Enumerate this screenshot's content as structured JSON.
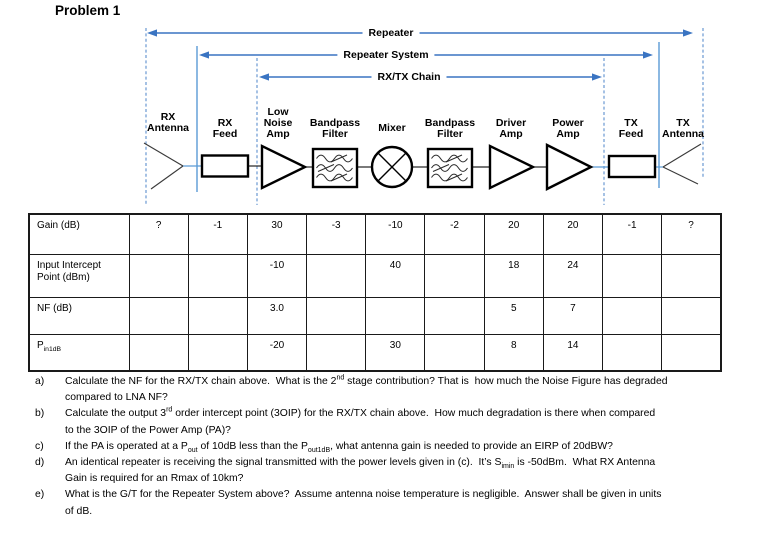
{
  "page": {
    "title": "Problem 1"
  },
  "diagram": {
    "spans": [
      {
        "label": "Repeater"
      },
      {
        "label": "Repeater System"
      },
      {
        "label": "RX/TX Chain"
      }
    ],
    "blocks": [
      {
        "id": "rx-antenna",
        "label": "RX\nAntenna"
      },
      {
        "id": "rx-feed",
        "label": "RX\nFeed"
      },
      {
        "id": "low-noise-amp",
        "label": "Low\nNoise\nAmp"
      },
      {
        "id": "bandpass-filter-1",
        "label": "Bandpass\nFilter"
      },
      {
        "id": "mixer",
        "label": "Mixer"
      },
      {
        "id": "bandpass-filter-2",
        "label": "Bandpass\nFilter"
      },
      {
        "id": "driver-amp",
        "label": "Driver\nAmp"
      },
      {
        "id": "power-amp",
        "label": "Power\nAmp"
      },
      {
        "id": "tx-feed",
        "label": "TX\nFeed"
      },
      {
        "id": "tx-antenna",
        "label": "TX\nAntenna"
      }
    ],
    "colors": {
      "arrow": "#3A74C2",
      "solid_boundary": "#5B9BD5",
      "dashed_boundary": "#7FA7D9",
      "symbol_outline": "#000000"
    }
  },
  "table": {
    "rows": [
      {
        "label": [
          {
            "t": "Gain (dB)"
          }
        ],
        "values": [
          "?",
          "-1",
          "30",
          "-3",
          "-10",
          "-2",
          "20",
          "20",
          "-1",
          "?"
        ]
      },
      {
        "label": [
          {
            "t": "Input Intercept Point (dBm)"
          }
        ],
        "values": [
          "",
          "",
          "-10",
          "",
          "40",
          "",
          "18",
          "24",
          "",
          ""
        ]
      },
      {
        "label": [
          {
            "t": "NF (dB)"
          }
        ],
        "values": [
          "",
          "",
          "3.0",
          "",
          "",
          "",
          "5",
          "7",
          "",
          ""
        ]
      },
      {
        "label": [
          {
            "t": "P"
          },
          {
            "t": "in1dB",
            "s": "sub"
          }
        ],
        "values": [
          "",
          "",
          "-20",
          "",
          "30",
          "",
          "8",
          "14",
          "",
          ""
        ]
      }
    ]
  },
  "questions": [
    {
      "label": "a)",
      "lines": [
        [
          {
            "t": "Calculate the NF for the RX/TX chain above.  What is the 2"
          },
          {
            "t": "nd",
            "s": "sup"
          },
          {
            "t": " stage contribution? That is  how much the Noise Figure has degraded"
          }
        ],
        [
          {
            "t": "compared to LNA NF?"
          }
        ]
      ]
    },
    {
      "label": "b)",
      "lines": [
        [
          {
            "t": "Calculate the output 3"
          },
          {
            "t": "rd",
            "s": "sup"
          },
          {
            "t": " order intercept point (3OIP) for the RX/TX chain above.  How much degradation is there when compared"
          }
        ],
        [
          {
            "t": "to the 3OIP of the Power Amp (PA)?"
          }
        ]
      ]
    },
    {
      "label": "c)",
      "lines": [
        [
          {
            "t": "If the PA is operated at a P"
          },
          {
            "t": "out",
            "s": "sub"
          },
          {
            "t": " of 10dB less than the P"
          },
          {
            "t": "out1dB",
            "s": "sub"
          },
          {
            "t": ", what antenna gain is needed to provide an EIRP of 20dBW?"
          }
        ]
      ]
    },
    {
      "label": "d)",
      "lines": [
        [
          {
            "t": "An identical repeater is receiving the signal transmitted with the power levels given in (c).  It’s S"
          },
          {
            "t": "imin",
            "s": "sub"
          },
          {
            "t": " is -50dBm.  What RX Antenna"
          }
        ],
        [
          {
            "t": "Gain is required for an Rmax of 10km?"
          }
        ]
      ]
    },
    {
      "label": "e)",
      "lines": [
        [
          {
            "t": "What is the G/T for the Repeater System above?  Assume antenna noise temperature is negligible.  Answer shall be given in units"
          }
        ],
        [
          {
            "t": "of dB."
          }
        ]
      ]
    }
  ]
}
